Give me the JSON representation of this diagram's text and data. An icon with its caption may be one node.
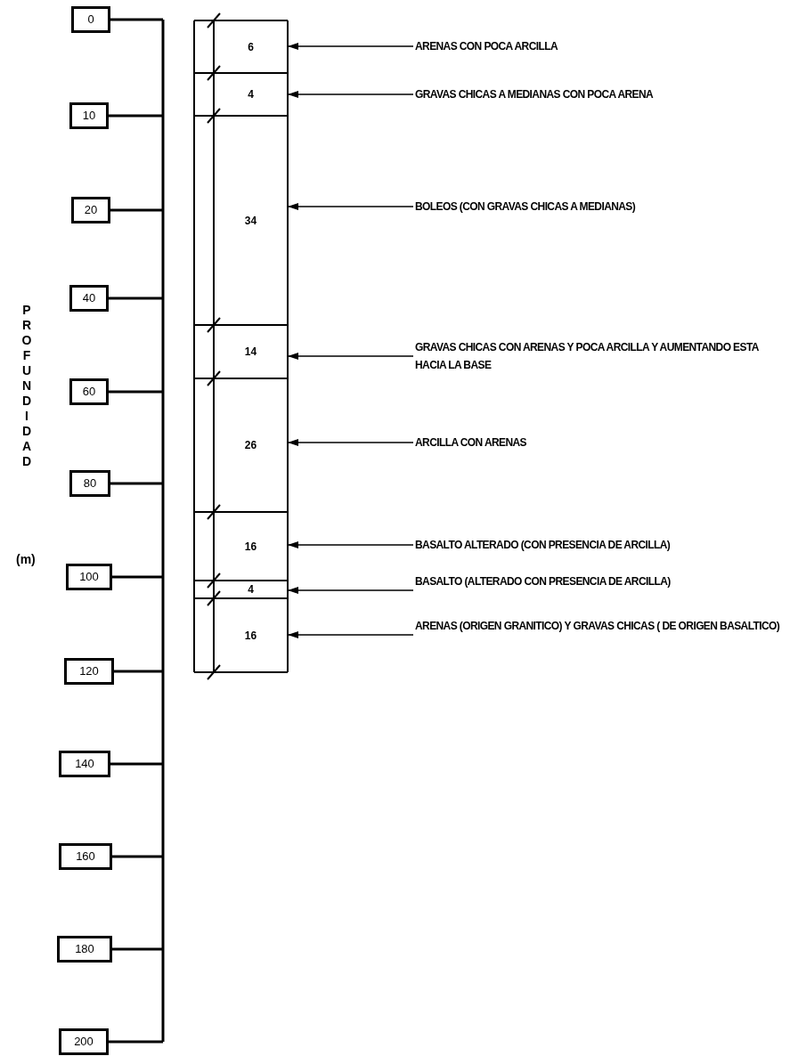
{
  "diagram": {
    "nodes": [
      {
        "text": [
          "0"
        ]
      },
      {
        "text": [
          "10"
        ]
      },
      {
        "text": [
          "20"
        ]
      },
      {
        "text": [
          "40"
        ]
      },
      {
        "text": [
          "60"
        ]
      },
      {
        "text": [
          "80"
        ]
      },
      {
        "text": [
          "100"
        ]
      },
      {
        "text": [
          "120"
        ]
      },
      {
        "text": [
          "140"
        ]
      },
      {
        "text": [
          "160"
        ]
      },
      {
        "text": [
          "180"
        ]
      },
      {
        "text": [
          "200"
        ]
      },
      {
        "text": [
          "6"
        ]
      },
      {
        "text": [
          "4"
        ]
      },
      {
        "text": [
          "34"
        ]
      },
      {
        "text": [
          "14"
        ]
      },
      {
        "text": [
          "26"
        ]
      },
      {
        "text": [
          "16"
        ]
      },
      {
        "text": [
          "4"
        ]
      },
      {
        "text": [
          "16"
        ]
      },
      {
        "text": [
          "ARENAS CON POCA ARCILLA"
        ]
      },
      {
        "text": [
          "GRAVAS CHICAS A MEDIANAS CON POCA ARENA"
        ]
      },
      {
        "text": [
          "BOLEOS (CON GRAVAS CHICAS A MEDIANAS)"
        ]
      },
      {
        "text": [
          "GRAVAS CHICAS CON ARENAS Y POCA ARCILLA Y AUMENTANDO ESTA HACIA LA BASE"
        ]
      },
      {
        "text": [
          "ARCILLA CON ARENAS"
        ]
      },
      {
        "text": [
          "BASALTO ALTERADO (CON PRESENCIA DE ARCILLA)"
        ]
      },
      {
        "text": [
          "BASALTO (ALTERADO CON PRESENCIA DE ARCILLA)"
        ]
      },
      {
        "text": [
          "ARENAS (ORIGEN GRANITICO) Y GRAVAS CHICAS ( DE ORIGEN BASALTICO)"
        ]
      }
    ],
    "edges": [
      {
        "from": 20,
        "to": 12,
        "arrow": "to"
      },
      {
        "from": 21,
        "to": 13,
        "arrow": "to"
      },
      {
        "from": 22,
        "to": 14,
        "arrow": "to"
      },
      {
        "from": 23,
        "to": 15,
        "arrow": "to"
      },
      {
        "from": 24,
        "to": 16,
        "arrow": "to"
      },
      {
        "from": 25,
        "to": 17,
        "arrow": "to"
      },
      {
        "from": 26,
        "to": 18,
        "arrow": "to"
      },
      {
        "from": 27,
        "to": 19,
        "arrow": "to"
      }
    ],
    "labels": [
      "PROFUNDIDAD",
      "(m)"
    ]
  }
}
